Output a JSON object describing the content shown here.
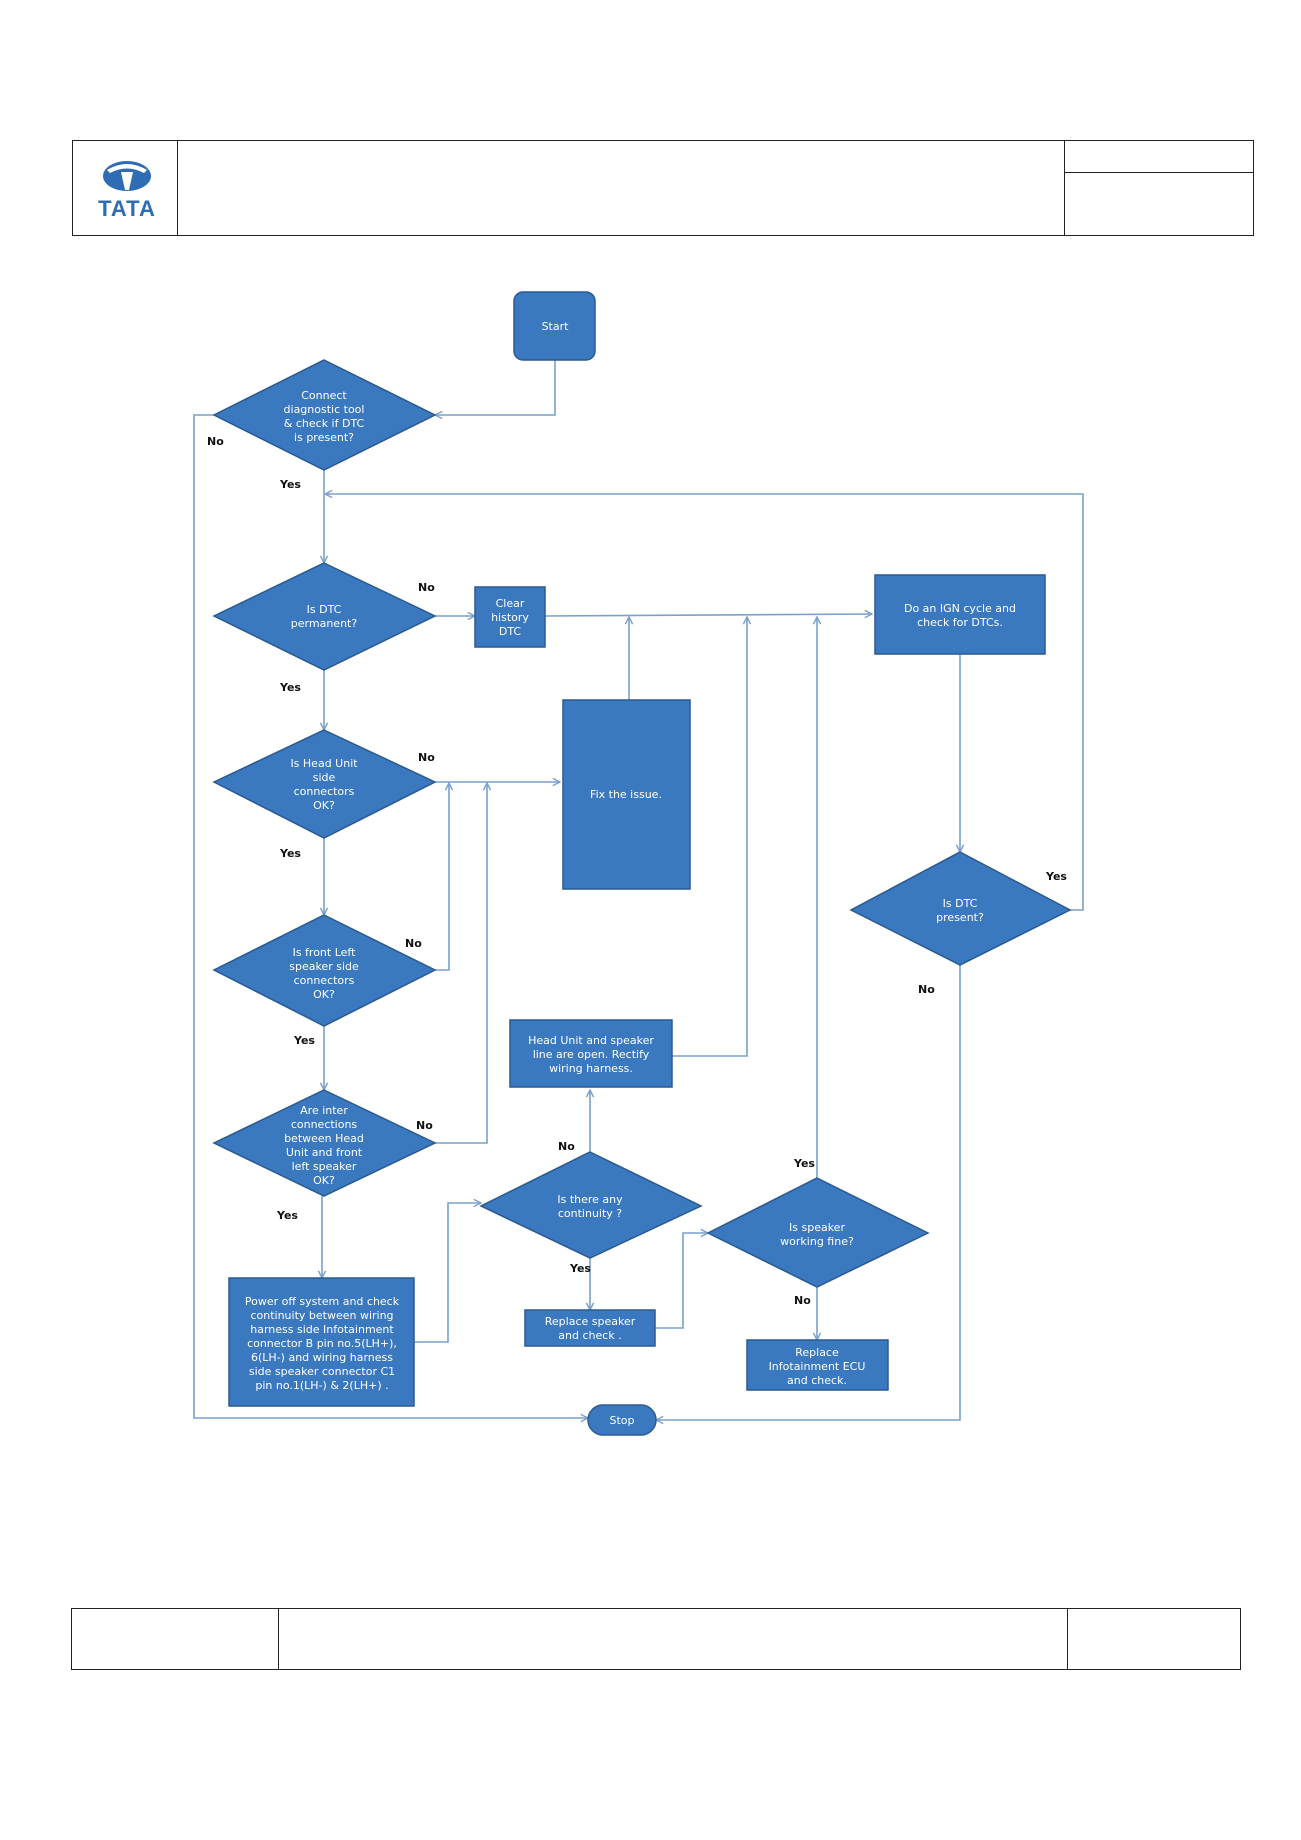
{
  "header": {
    "brand": "TATA"
  },
  "colors": {
    "node_fill": "#3a78bf",
    "node_stroke": "#2a5a90",
    "edge": "#7aa0cc",
    "brand": "#2e6db4"
  },
  "flowchart": {
    "nodes": {
      "start": {
        "lines": [
          "Start"
        ]
      },
      "d1": {
        "lines": [
          "Connect",
          "diagnostic tool",
          "& check if DTC",
          "is present?"
        ]
      },
      "d2": {
        "lines": [
          "Is DTC",
          "permanent?"
        ]
      },
      "clear": {
        "lines": [
          "Clear",
          "history",
          "DTC"
        ]
      },
      "ign": {
        "lines": [
          "Do an IGN cycle and",
          "check for DTCs."
        ]
      },
      "d3": {
        "lines": [
          "Is  Head Unit",
          "side",
          "connectors",
          "OK?"
        ]
      },
      "fix": {
        "lines": [
          "Fix the issue."
        ]
      },
      "d4": {
        "lines": [
          "Is front Left",
          "speaker side",
          "connectors",
          "OK?"
        ]
      },
      "dpres": {
        "lines": [
          "Is DTC",
          "present?"
        ]
      },
      "d5": {
        "lines": [
          "Are inter",
          "connections",
          "between Head",
          "Unit and front",
          "left speaker",
          "OK?"
        ]
      },
      "hu_open": {
        "lines": [
          "Head Unit and speaker",
          "line are open. Rectify",
          "wiring harness."
        ]
      },
      "power": {
        "lines": [
          "Power off system and check",
          "continuity between wiring",
          "harness side Infotainment",
          "connector B pin no.5(LH+),",
          "6(LH-) and wiring harness",
          "side speaker connector C1",
          "pin no.1(LH-) & 2(LH+) ."
        ]
      },
      "d_cont": {
        "lines": [
          "Is there any",
          "continuity ?"
        ]
      },
      "d_spk": {
        "lines": [
          "Is speaker",
          "working fine?"
        ]
      },
      "replace_spk": {
        "lines": [
          "Replace speaker",
          "and  check ."
        ]
      },
      "replace_ecu": {
        "lines": [
          "Replace",
          "Infotainment ECU",
          "and check."
        ]
      },
      "stop": {
        "lines": [
          "Stop"
        ]
      }
    },
    "edge_labels": {
      "d1_no": "No",
      "d1_yes": "Yes",
      "d2_no": "No",
      "d2_yes": "Yes",
      "d3_no": "No",
      "d3_yes": "Yes",
      "d4_no": "No",
      "d4_yes": "Yes",
      "d5_no": "No",
      "d5_yes": "Yes",
      "dpres_yes": "Yes",
      "dpres_no": "No",
      "dcont_no": "No",
      "dcont_yes": "Yes",
      "dspk_yes": "Yes",
      "dspk_no": "No"
    }
  }
}
